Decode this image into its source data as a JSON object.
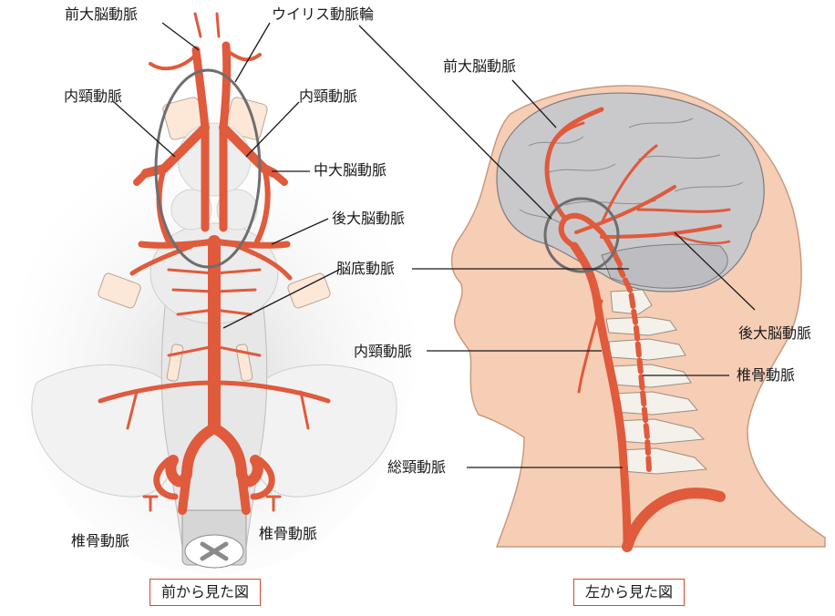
{
  "front_view": {
    "caption": "前から見た図",
    "labels": {
      "anterior_cerebral": "前大脳動脈",
      "circle_of_willis": "ウイリス動脈輪",
      "internal_carotid_left": "内頸動脈",
      "internal_carotid_right": "内頸動脈",
      "middle_cerebral": "中大脳動脈",
      "posterior_cerebral": "後大脳動脈",
      "basilar": "脳底動脈",
      "vertebral_left": "椎骨動脈",
      "vertebral_right": "椎骨動脈"
    }
  },
  "side_view": {
    "caption": "左から見た図",
    "labels": {
      "anterior_cerebral": "前大脳動脈",
      "posterior_cerebral": "後大脳動脈",
      "internal_carotid": "内頸動脈",
      "vertebral": "椎骨動脈",
      "common_carotid": "総頸動脈"
    }
  },
  "colors": {
    "artery": "#e05a3c",
    "artery_dark": "#c9452b",
    "skin": "#f6cdb5",
    "brain": "#c9c9cc",
    "bone": "#f4f0ea",
    "caption_border": "#d9452b"
  }
}
